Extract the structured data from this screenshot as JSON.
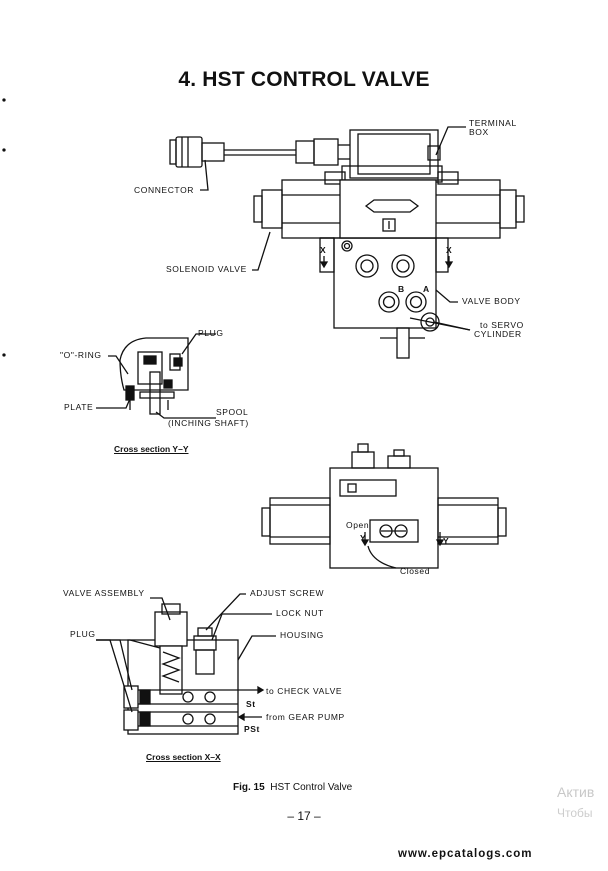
{
  "page": {
    "title": "4. HST CONTROL VALVE",
    "page_number": "– 17 –",
    "watermark": "www.epcatalogs.com",
    "overlay_line1": "Актив",
    "overlay_line2": "Чтобы"
  },
  "top_view": {
    "terminal": "TERMINAL",
    "box": "BOX",
    "connector": "CONNECTOR",
    "solenoid_valve": "SOLENOID VALVE",
    "valve_body": "VALVE BODY",
    "to_servo": "to SERVO",
    "cylinder": "CYLINDER",
    "port_b": "B",
    "port_a": "A",
    "x_left": "X",
    "x_right": "X"
  },
  "section_yy": {
    "plug": "PLUG",
    "o_ring": "\"O\"-RING",
    "plate": "PLATE",
    "spool": "SPOOL",
    "inching": "(INCHING SHAFT)",
    "caption": "Cross section Y–Y"
  },
  "side_view": {
    "open": "Open",
    "closed": "Closed",
    "y_left": "Y",
    "y_right": "Y"
  },
  "section_xx": {
    "valve_assembly": "VALVE ASSEMBLY",
    "adjust_screw": "ADJUST SCREW",
    "lock_nut": "LOCK NUT",
    "housing": "HOUSING",
    "plug": "PLUG",
    "to_check": "to CHECK VALVE",
    "st": "St",
    "from_gear": "from GEAR PUMP",
    "pst": "PSt",
    "caption": "Cross section X–X"
  },
  "figure": {
    "number": "Fig. 15",
    "name": "HST Control Valve"
  }
}
